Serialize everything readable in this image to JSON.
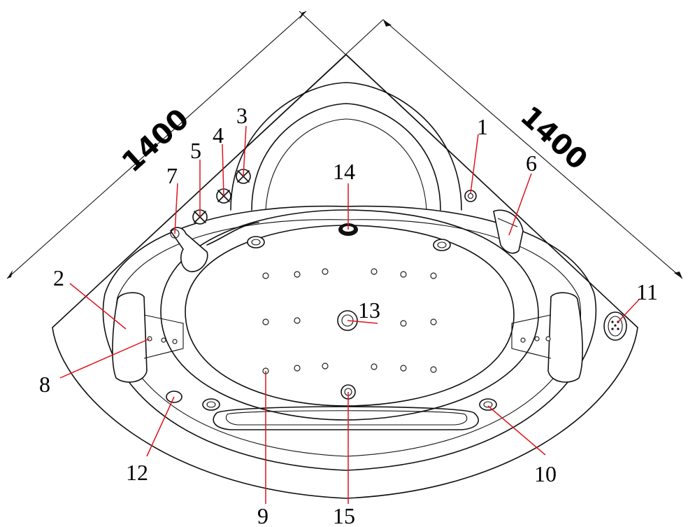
{
  "dimensions": {
    "left": "1400",
    "right": "1400"
  },
  "callouts": {
    "c1": "1",
    "c2": "2",
    "c3": "3",
    "c4": "4",
    "c5": "5",
    "c6": "6",
    "c7": "7",
    "c8": "8",
    "c9": "9",
    "c10": "10",
    "c11": "11",
    "c12": "12",
    "c13": "13",
    "c14": "14",
    "c15": "15"
  },
  "colors": {
    "line": "#111111",
    "leader": "#e0141c",
    "background": "#ffffff"
  }
}
